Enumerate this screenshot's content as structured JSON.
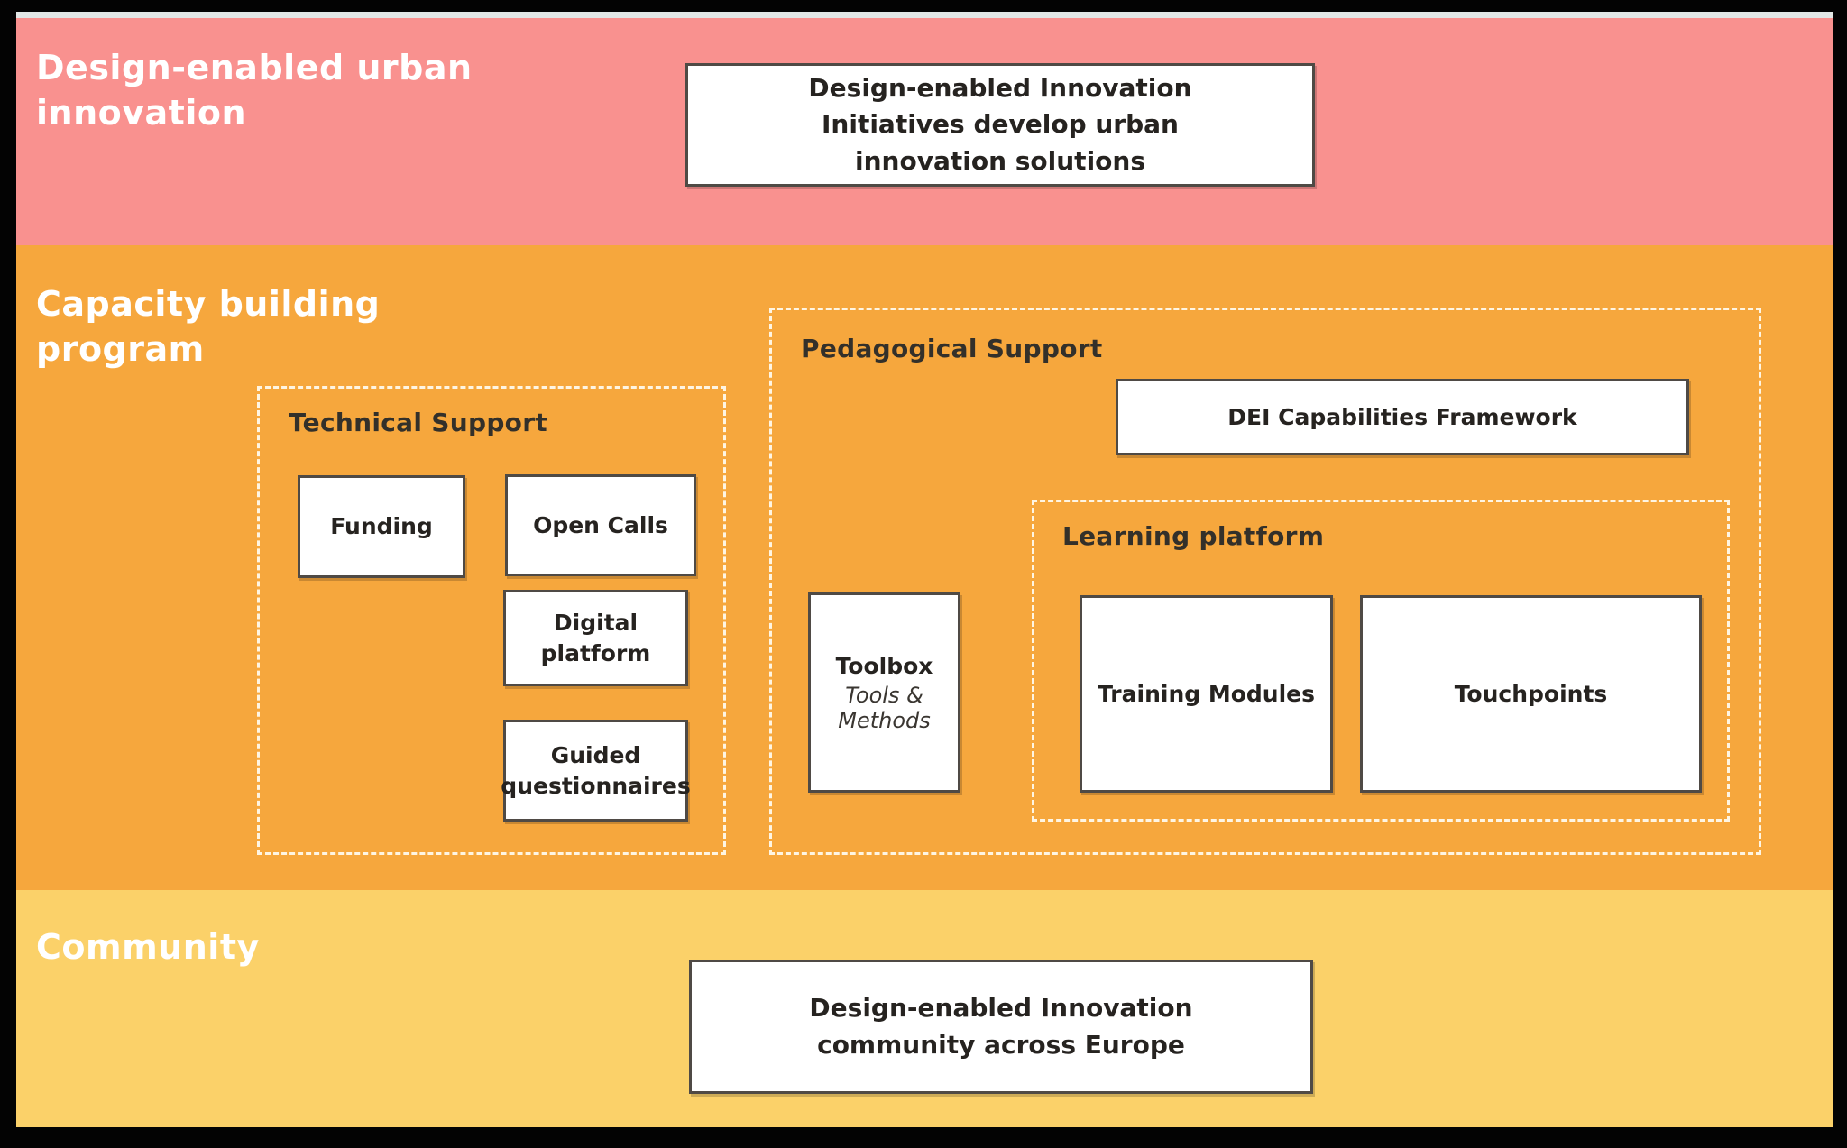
{
  "colors": {
    "band_top": "#F9918F",
    "band_middle": "#F6A73D",
    "band_bottom": "#FBD169",
    "frame": "#030303",
    "topline": "#E2E7E6"
  },
  "bands": {
    "top": {
      "label": "Design-enabled urban innovation",
      "box_text": "Design-enabled Innovation Initiatives develop urban innovation solutions"
    },
    "middle": {
      "label": "Capacity building program"
    },
    "bottom": {
      "label": "Community",
      "box_text": "Design-enabled Innovation community across Europe"
    }
  },
  "technical": {
    "title": "Technical Support",
    "items": [
      "Funding",
      "Open Calls",
      "Digital platform",
      "Guided questionnaires"
    ]
  },
  "pedagogical": {
    "title": "Pedagogical Support",
    "framework": "DEI Capabilities Framework",
    "toolbox": {
      "title": "Toolbox",
      "subtitle": "Tools & Methods"
    },
    "learning": {
      "title": "Learning platform",
      "items": [
        "Training Modules",
        "Touchpoints"
      ]
    }
  }
}
